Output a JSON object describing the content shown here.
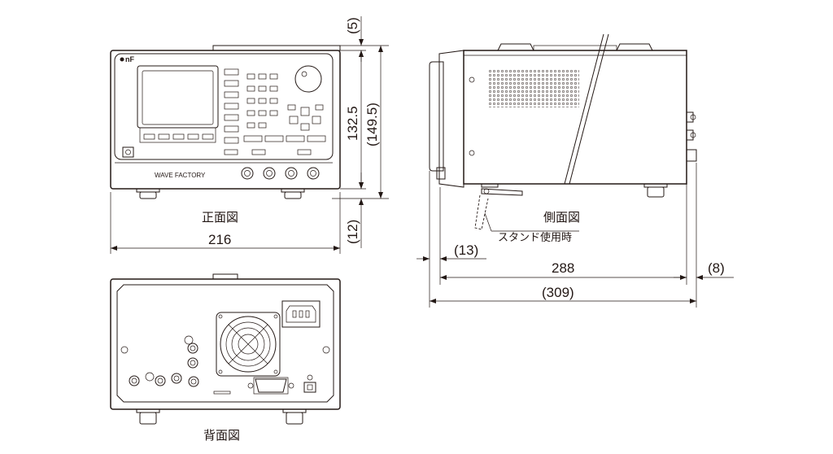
{
  "diagram": {
    "views": {
      "front": {
        "label": "正面図",
        "brand_logo": "●nF",
        "product_name": "WAVE FACTORY"
      },
      "side": {
        "label": "側面図",
        "stand_note": "スタンド使用時"
      },
      "rear": {
        "label": "背面図"
      }
    },
    "dimensions": {
      "front_width": "216",
      "front_height": "132.5",
      "front_total_height": "(149.5)",
      "top_protrusion": "(5)",
      "foot_height": "(12)",
      "side_depth": "288",
      "side_total_depth": "(309)",
      "front_protrusion": "(13)",
      "rear_protrusion": "(8)"
    },
    "colors": {
      "line": "#231815",
      "background": "#ffffff"
    }
  }
}
